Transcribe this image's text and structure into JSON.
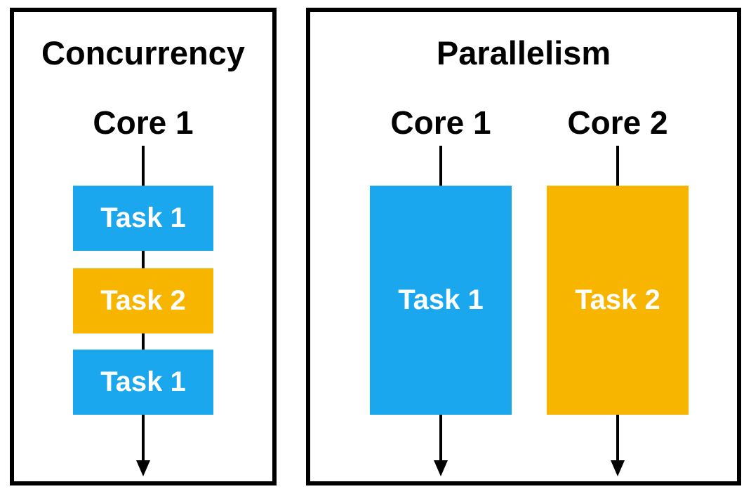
{
  "colors": {
    "task_blue": "#1AA7EE",
    "task_yellow": "#F7B500",
    "line_black": "#000000",
    "task_text": "#FFFFFF"
  },
  "panels": [
    {
      "title": "Concurrency",
      "core": "Core 1",
      "tasks": [
        {
          "label": "Task 1",
          "color": "#1AA7EE"
        },
        {
          "label": "Task 2",
          "color": "#F7B500"
        },
        {
          "label": "Task 1",
          "color": "#1AA7EE"
        }
      ]
    },
    {
      "title": "Parallelism",
      "columns": [
        {
          "core": "Core 1",
          "task": {
            "label": "Task 1",
            "color": "#1AA7EE"
          }
        },
        {
          "core": "Core 2",
          "task": {
            "label": "Task 2",
            "color": "#F7B500"
          }
        }
      ]
    }
  ]
}
